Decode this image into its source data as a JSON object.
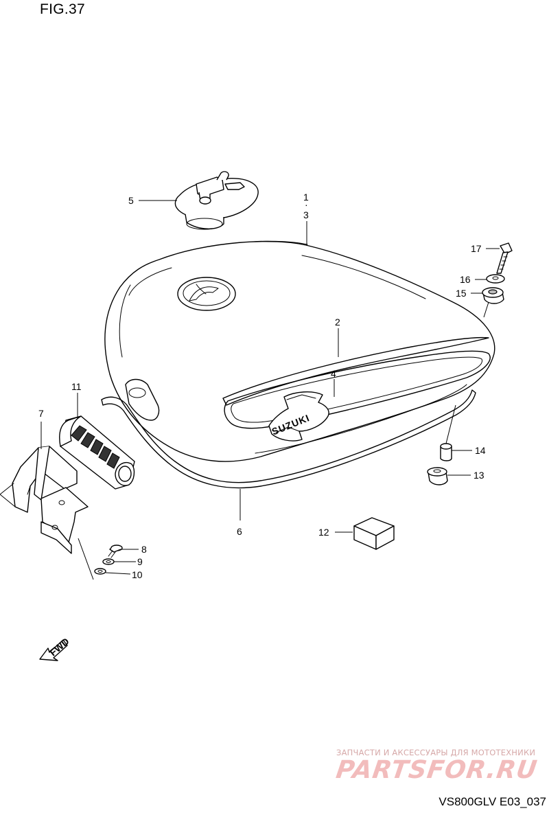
{
  "figure": {
    "title": "FIG.37",
    "code": "VS800GLV E03_037"
  },
  "tank_logo": "SUZUKI",
  "fwd_label": "FWD",
  "callouts": [
    {
      "id": "c1",
      "label": "1"
    },
    {
      "id": "c_dot",
      "label": "·"
    },
    {
      "id": "c3",
      "label": "3"
    },
    {
      "id": "c2",
      "label": "2"
    },
    {
      "id": "c4",
      "label": "4"
    },
    {
      "id": "c5",
      "label": "5"
    },
    {
      "id": "c6",
      "label": "6"
    },
    {
      "id": "c7",
      "label": "7"
    },
    {
      "id": "c8",
      "label": "8"
    },
    {
      "id": "c9",
      "label": "9"
    },
    {
      "id": "c10",
      "label": "10"
    },
    {
      "id": "c11",
      "label": "11"
    },
    {
      "id": "c12",
      "label": "12"
    },
    {
      "id": "c13",
      "label": "13"
    },
    {
      "id": "c14",
      "label": "14"
    },
    {
      "id": "c15",
      "label": "15"
    },
    {
      "id": "c16",
      "label": "16"
    },
    {
      "id": "c17",
      "label": "17"
    }
  ],
  "watermark": {
    "subtitle": "ЗАПЧАСТИ И АКСЕССУАРЫ ДЛЯ МОТОТЕХНИКИ",
    "brand": "PARTSFOR.RU"
  }
}
